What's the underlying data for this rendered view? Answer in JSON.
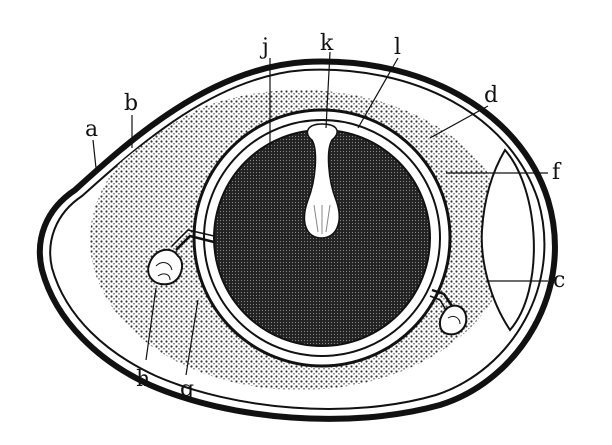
{
  "colors": {
    "ink": "#111111",
    "paper": "#ffffff",
    "albumen_dense": "#444444",
    "yolk": "#222222"
  },
  "labels": {
    "a": "a",
    "b": "b",
    "c": "c",
    "d": "d",
    "f": "f",
    "g": "g",
    "h": "h",
    "j": "j",
    "k": "k",
    "l": "l"
  }
}
